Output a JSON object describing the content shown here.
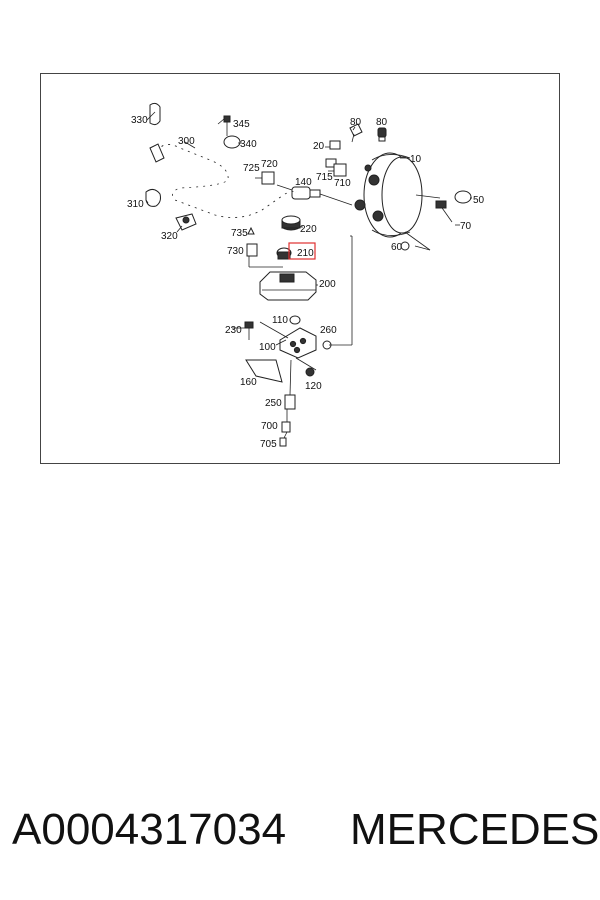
{
  "diagram": {
    "highlight_color": "#e03030",
    "highlighted_callout": "210",
    "callouts": {
      "c330": "330",
      "c345": "345",
      "c300": "300",
      "c340": "340",
      "c80a": "80",
      "c80b": "80",
      "c20": "20",
      "c725": "725",
      "c720": "720",
      "c10": "10",
      "c715": "715",
      "c710": "710",
      "c140": "140",
      "c310": "310",
      "c320": "320",
      "c50": "50",
      "c70": "70",
      "c735": "735",
      "c220": "220",
      "c60": "60",
      "c730": "730",
      "c210": "210",
      "c200": "200",
      "c110": "110",
      "c230": "230",
      "c260": "260",
      "c100": "100",
      "c160": "160",
      "c120": "120",
      "c250": "250",
      "c700": "700",
      "c705": "705"
    }
  },
  "footer": {
    "part_number": "A0004317034",
    "brand": "MERCEDES"
  }
}
